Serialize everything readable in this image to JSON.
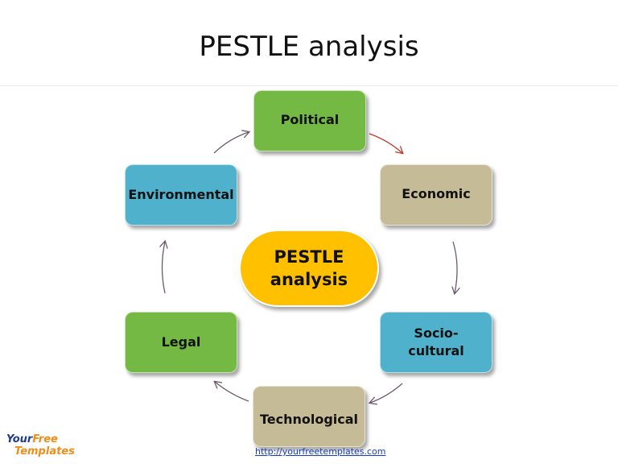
{
  "title": "PESTLE analysis",
  "center": {
    "line1": "PESTLE",
    "line2": "analysis"
  },
  "boxes": {
    "political": "Political",
    "economic": "Economic",
    "socio_line1": "Socio-",
    "socio_line2": "cultural",
    "technological": "Technological",
    "legal": "Legal",
    "environmental": "Environmental"
  },
  "colors": {
    "green": "#74b943",
    "tan": "#c6bb97",
    "blue": "#4fb1cb",
    "center": "#ffc000",
    "highlight_arrow": "#c0392b",
    "arrow": "#6b5a6b"
  },
  "footer": {
    "logo_line1_a": "Your",
    "logo_line1_b": "Free",
    "logo_line2": "Templates",
    "url": "http://yourfreetemplates.com"
  }
}
